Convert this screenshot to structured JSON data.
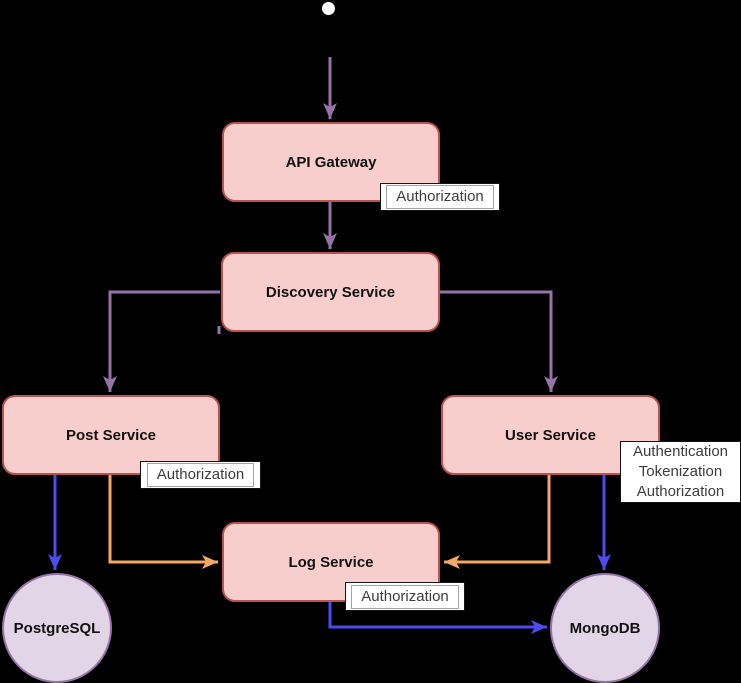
{
  "diagram": {
    "background": "#000000",
    "colors": {
      "service_fill": "#f8cecc",
      "service_stroke": "#b85450",
      "database_fill": "#e1d5e7",
      "database_stroke": "#9673a6",
      "edge_purple": "#9673a6",
      "edge_blue": "#4c4cf0",
      "edge_orange": "#f5a861",
      "label_background": "#ffffff",
      "label_text": "#3d3d3d",
      "start_dot": "#ffffff"
    },
    "nodes": {
      "api_gateway": {
        "label": "API Gateway"
      },
      "discovery_service": {
        "label": "Discovery Service"
      },
      "post_service": {
        "label": "Post Service"
      },
      "user_service": {
        "label": "User Service"
      },
      "log_service": {
        "label": "Log Service"
      },
      "postgresql": {
        "label": "PostgreSQL"
      },
      "mongodb": {
        "label": "MongoDB"
      }
    },
    "edge_labels": {
      "api_gateway_auth": {
        "lines": [
          "Authorization"
        ]
      },
      "post_service_auth": {
        "lines": [
          "Authorization"
        ]
      },
      "log_service_auth": {
        "lines": [
          "Authorization"
        ]
      },
      "user_service_auth": {
        "lines": [
          "Authentication",
          "Tokenization",
          "Authorization"
        ]
      }
    }
  }
}
